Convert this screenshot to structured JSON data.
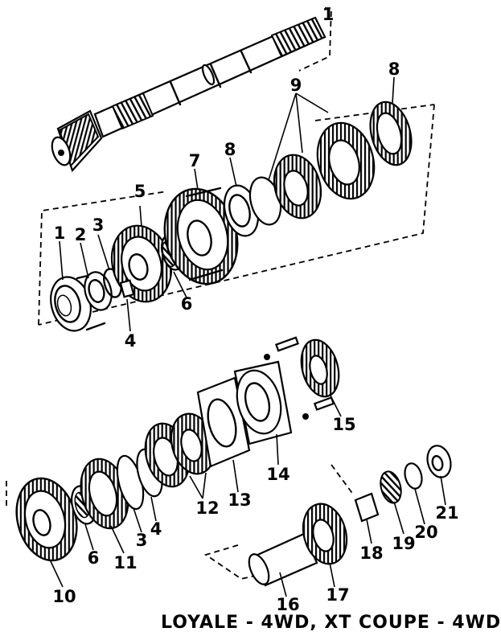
{
  "caption": "LOYALE - 4WD, XT COUPE - 4WD",
  "callouts": {
    "c1_main_shaft": "1",
    "c1_bearing": "1",
    "c2": "2",
    "c3_upper": "3",
    "c3_lower": "3",
    "c4_upper": "4",
    "c4_lower": "4",
    "c5": "5",
    "c6_upper": "6",
    "c6_lower": "6",
    "c7": "7",
    "c8_mid": "8",
    "c8_top": "8",
    "c9": "9",
    "c10": "10",
    "c11": "11",
    "c12": "12",
    "c13": "13",
    "c14": "14",
    "c15": "15",
    "c16": "16",
    "c17": "17",
    "c18": "18",
    "c19": "19",
    "c20": "20",
    "c21": "21"
  }
}
